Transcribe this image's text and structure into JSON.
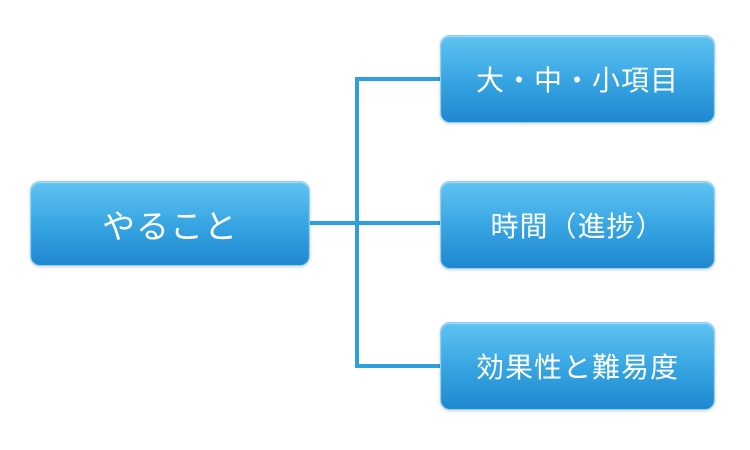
{
  "diagram": {
    "type": "hierarchy",
    "root": {
      "label": "やること"
    },
    "children": [
      {
        "label": "大・中・小項目"
      },
      {
        "label": "時間（進捗）"
      },
      {
        "label": "効果性と難易度"
      }
    ],
    "colors": {
      "box_top": "#5fc3f2",
      "box_mid": "#35a3e1",
      "box_bottom": "#1e88d0",
      "box_border": "#8ed2f4",
      "line": "#2f9ede",
      "text": "#ffffff",
      "background": "#ffffff"
    }
  }
}
